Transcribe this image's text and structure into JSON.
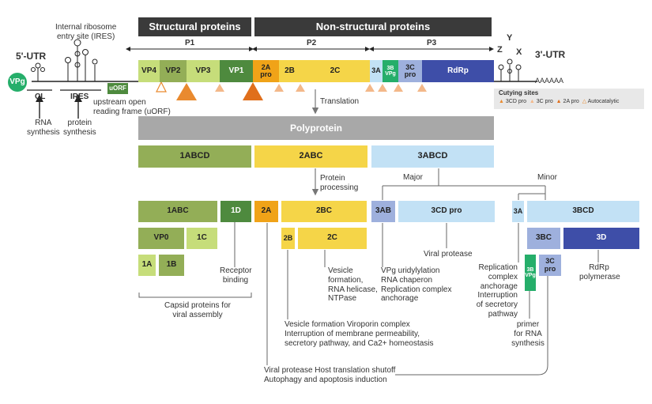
{
  "header": {
    "structural": "Structural proteins",
    "nonstructural": "Non-structural proteins",
    "p1": "P1",
    "p2": "P2",
    "p3": "P3"
  },
  "genome": {
    "utr5": "5'-UTR",
    "utr3": "3'-UTR",
    "vpg": "VPg",
    "ires_desc": "Internal ribosome\nentry site (IRES)",
    "cl": "CL",
    "ires": "IRES",
    "uorf": "uORF",
    "uorf_desc": "upstream open\nreading frame (uORF)",
    "rna_synthesis": "RNA\nsynthesis",
    "protein_synthesis": "protein\nsynthesis",
    "polya": "AAAAAA",
    "z": "Z",
    "y": "Y",
    "x": "X",
    "segments": {
      "vp4": "VP4",
      "vp2": "VP2",
      "vp3": "VP3",
      "vp1": "VP1",
      "a2": "2A\npro",
      "b2": "2B",
      "c2": "2C",
      "a3": "3A",
      "b3": "3B\nVPg",
      "c3": "3C\npro",
      "rdrp": "RdRp"
    }
  },
  "legend": {
    "title": "Cutying sites",
    "items": [
      "3CD pro",
      "3C pro",
      "2A pro",
      "Autocatalytic"
    ]
  },
  "flow": {
    "translation": "Translation",
    "polyprotein": "Polyprotein",
    "p1abcd": "1ABCD",
    "p2abc": "2ABC",
    "p3abcd": "3ABCD",
    "processing": "Protein\nprocessing",
    "major": "Major",
    "minor": "Minor"
  },
  "products": {
    "p1abc": "1ABC",
    "p1d": "1D",
    "vp0": "VP0",
    "p1c": "1C",
    "p1a": "1A",
    "p1b": "1B",
    "p2a": "2A",
    "p2bc": "2BC",
    "p2b": "2B",
    "p2c": "2C",
    "p3ab": "3AB",
    "p3cdpro": "3CD pro",
    "p3a": "3A",
    "p3bcd": "3BCD",
    "p3bc": "3BC",
    "p3d": "3D",
    "p3b": "3B\nVPg",
    "p3c": "3C\npro"
  },
  "functions": {
    "receptor": "Receptor\nbinding",
    "capsid": "Capsid proteins for\nviral assembly",
    "c2": "Vesicle\nformation,\nRNA helicase,\nNTPase",
    "ab3": "VPg uridylylation\nRNA chaperon\nReplication complex\nanchorage",
    "viral_protease": "Viral protease",
    "a3": "Replication\ncomplex\nanchorage\nInterruption\nof secretory\npathway",
    "rdrp": "RdRp\npolymerase",
    "primer": "primer\nfor RNA\nsynthesis",
    "b2": "Vesicle formation Viroporin complex\nInterruption of membrane permeability,\nsecretory pathway, and Ca2+ homeostasis",
    "a2": "Viral protease Host translation shutoff\nAutophagy and apoptosis induction"
  },
  "colors": {
    "header_bg": "#3a3a3a",
    "structural_light": "#c6dd7a",
    "structural_mid": "#93ae57",
    "structural_dark": "#4e8a3e",
    "p2_orange": "#f0a318",
    "p2_yellow": "#f5d548",
    "p3_light": "#c2e1f5",
    "p3_mid": "#9eb0dd",
    "p3_dark": "#3e4ea8",
    "vpg_green": "#25ae6a",
    "polyprotein": "#a8a8a8",
    "site_3cd": "#e98a2f",
    "site_3c": "#f3b889",
    "site_2a": "#e06f1c"
  }
}
